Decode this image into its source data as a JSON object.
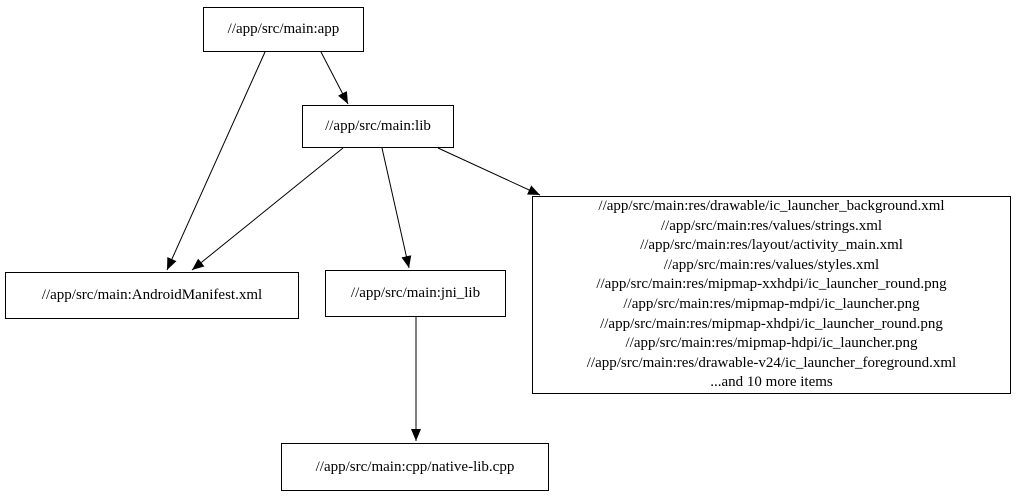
{
  "diagram": {
    "type": "dependency-graph",
    "background_color": "#ffffff",
    "node_border_color": "#000000",
    "edge_color": "#000000",
    "text_color": "#000000",
    "nodes": {
      "app": {
        "label": "//app/src/main:app"
      },
      "lib": {
        "label": "//app/src/main:lib"
      },
      "manifest": {
        "label": "//app/src/main:AndroidManifest.xml"
      },
      "jni_lib": {
        "label": "//app/src/main:jni_lib"
      },
      "cpp": {
        "label": "//app/src/main:cpp/native-lib.cpp"
      },
      "res": {
        "lines": [
          "//app/src/main:res/drawable/ic_launcher_background.xml",
          "//app/src/main:res/values/strings.xml",
          "//app/src/main:res/layout/activity_main.xml",
          "//app/src/main:res/values/styles.xml",
          "//app/src/main:res/mipmap-xxhdpi/ic_launcher_round.png",
          "//app/src/main:res/mipmap-mdpi/ic_launcher.png",
          "//app/src/main:res/mipmap-xhdpi/ic_launcher_round.png",
          "//app/src/main:res/mipmap-hdpi/ic_launcher.png",
          "//app/src/main:res/drawable-v24/ic_launcher_foreground.xml",
          "...and 10 more items"
        ]
      }
    },
    "edges": [
      {
        "from": "app",
        "to": "manifest"
      },
      {
        "from": "app",
        "to": "lib"
      },
      {
        "from": "lib",
        "to": "manifest"
      },
      {
        "from": "lib",
        "to": "jni_lib"
      },
      {
        "from": "lib",
        "to": "res"
      },
      {
        "from": "jni_lib",
        "to": "cpp"
      }
    ]
  }
}
